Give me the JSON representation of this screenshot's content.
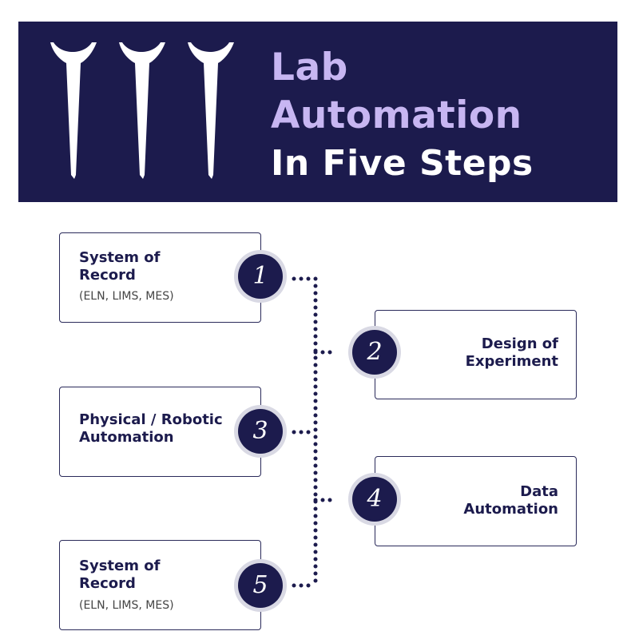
{
  "header": {
    "title_line1": "Lab",
    "title_line2": "Automation",
    "title_line3": "In Five Steps",
    "background": "#1c1b4d",
    "accent": "#c7b6f2",
    "icons": [
      "pipette-tip-icon",
      "pipette-tip-icon",
      "pipette-tip-icon"
    ]
  },
  "steps": [
    {
      "number": "1",
      "title_line1": "System of",
      "title_line2": "Record",
      "subtitle": "(ELN, LIMS, MES)"
    },
    {
      "number": "2",
      "title_line1": "Design of",
      "title_line2": "Experiment"
    },
    {
      "number": "3",
      "title_line1": "Physical / Robotic",
      "title_line2": "Automation"
    },
    {
      "number": "4",
      "title_line1": "Data",
      "title_line2": "Automation"
    },
    {
      "number": "5",
      "title_line1": "System of",
      "title_line2": "Record",
      "subtitle": "(ELN, LIMS, MES)"
    }
  ],
  "connector_color": "#1c1b4d"
}
